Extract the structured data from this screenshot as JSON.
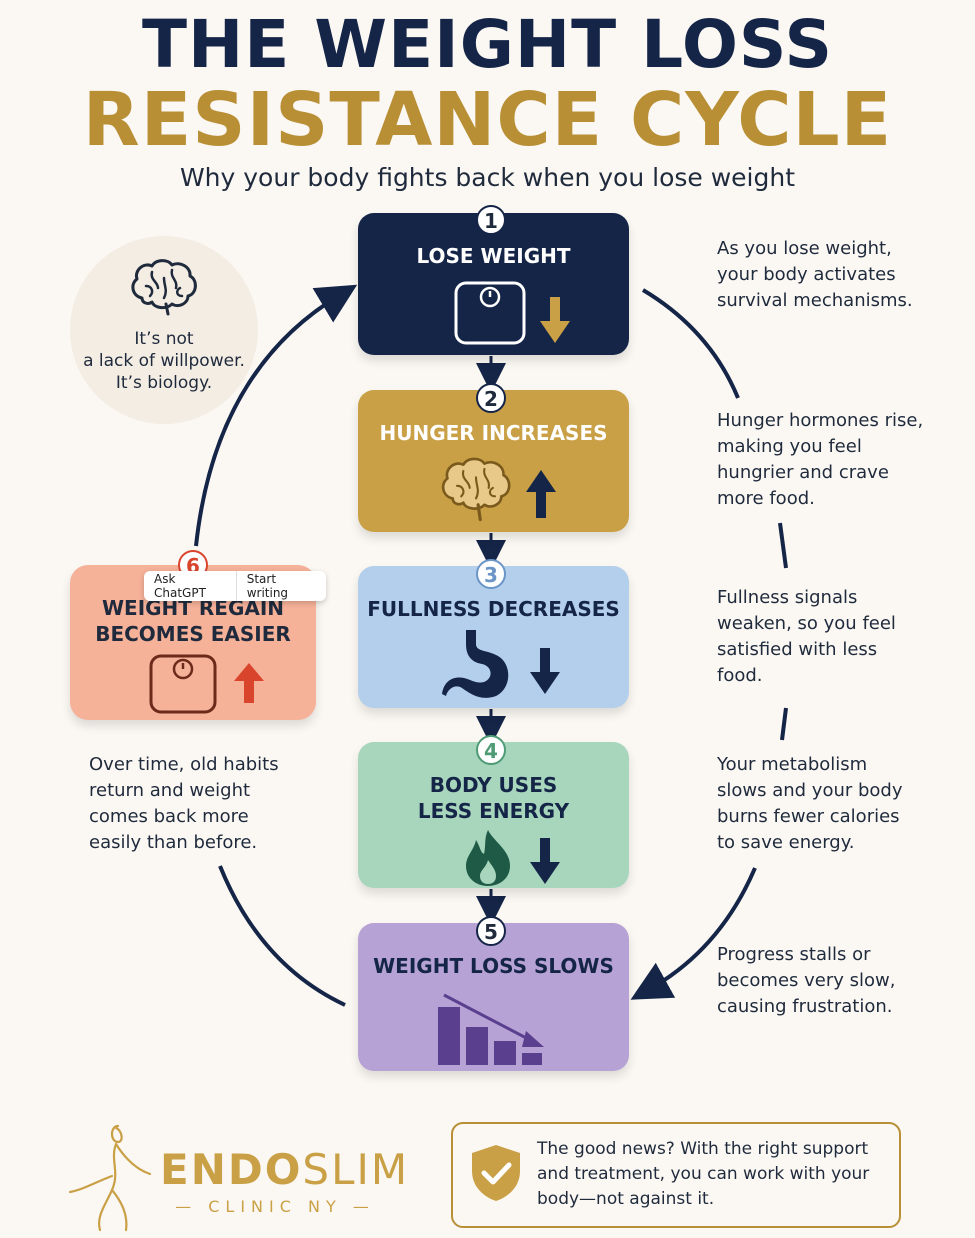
{
  "title": {
    "line1": "THE WEIGHT LOSS",
    "line2": "RESISTANCE CYCLE",
    "subtitle": "Why your body fights back when you lose weight"
  },
  "steps": [
    {
      "number": "1",
      "label": "LOSE WEIGHT",
      "icon": "scale-icon",
      "direction": "down"
    },
    {
      "number": "2",
      "label": "HUNGER INCREASES",
      "icon": "brain-icon",
      "direction": "up"
    },
    {
      "number": "3",
      "label": "FULLNESS DECREASES",
      "icon": "stomach-icon",
      "direction": "down"
    },
    {
      "number": "4",
      "label_line1": "BODY USES",
      "label_line2": "LESS ENERGY",
      "icon": "flame-icon",
      "direction": "down"
    },
    {
      "number": "5",
      "label": "WEIGHT LOSS SLOWS",
      "icon": "declining-bar-chart-icon",
      "direction": "down"
    },
    {
      "number": "6",
      "label_line1": "WEIGHT REGAIN",
      "label_line2": "BECOMES EASIER",
      "icon": "scale-icon",
      "direction": "up"
    }
  ],
  "notes": {
    "n1": [
      "As you lose weight,",
      "your body activates",
      "survival mechanisms."
    ],
    "n2": [
      "Hunger hormones rise,",
      "making you feel",
      "hungrier and crave",
      "more food."
    ],
    "n3": [
      "Fullness signals",
      "weaken, so you feel",
      "satisfied with less",
      "food."
    ],
    "n4": [
      "Your metabolism",
      "slows and your body",
      "burns fewer calories",
      "to save energy."
    ],
    "n5": [
      "Progress stalls or",
      "becomes very slow,",
      "causing frustration."
    ],
    "n6": [
      "Over time, old habits",
      "return and weight",
      "comes back more",
      "easily than before."
    ]
  },
  "callout": {
    "lines": [
      "It’s not",
      "a lack of willpower.",
      "It’s biology."
    ]
  },
  "tooltip": {
    "ask": "Ask ChatGPT",
    "write": "Start writing"
  },
  "logo": {
    "name_bold": "ENDO",
    "name_light": "SLIM",
    "sub": "CLINIC NY"
  },
  "good_news": {
    "lines": [
      "The good news? With the right support",
      "and treatment, you can work with your",
      "body—not against it."
    ]
  },
  "colors": {
    "navy": "#152547",
    "gold": "#c9a045",
    "blue": "#b3cfec",
    "green": "#a8d6bd",
    "purple": "#b6a2d4",
    "salmon": "#f6b199",
    "red_arrow": "#d8442c"
  }
}
